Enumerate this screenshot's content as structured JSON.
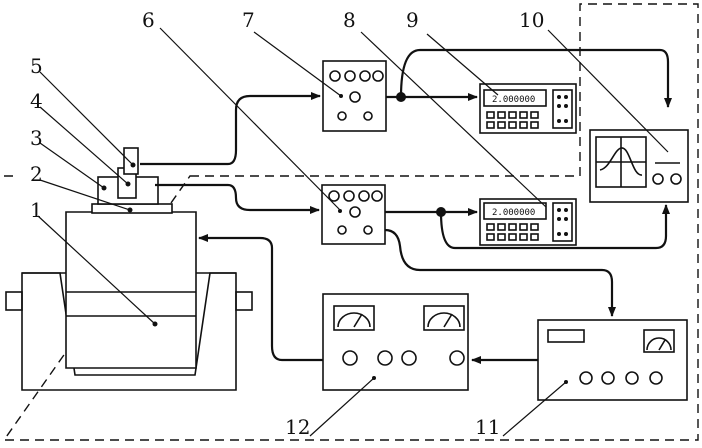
{
  "diagram": {
    "labels": {
      "n1": "1",
      "n2": "2",
      "n3": "3",
      "n4": "4",
      "n5": "5",
      "n6": "6",
      "n7": "7",
      "n8": "8",
      "n9": "9",
      "n10": "10",
      "n11": "11",
      "n12": "12"
    },
    "counter_top_display": "2.000000",
    "counter_bottom_display": "2.000000"
  }
}
